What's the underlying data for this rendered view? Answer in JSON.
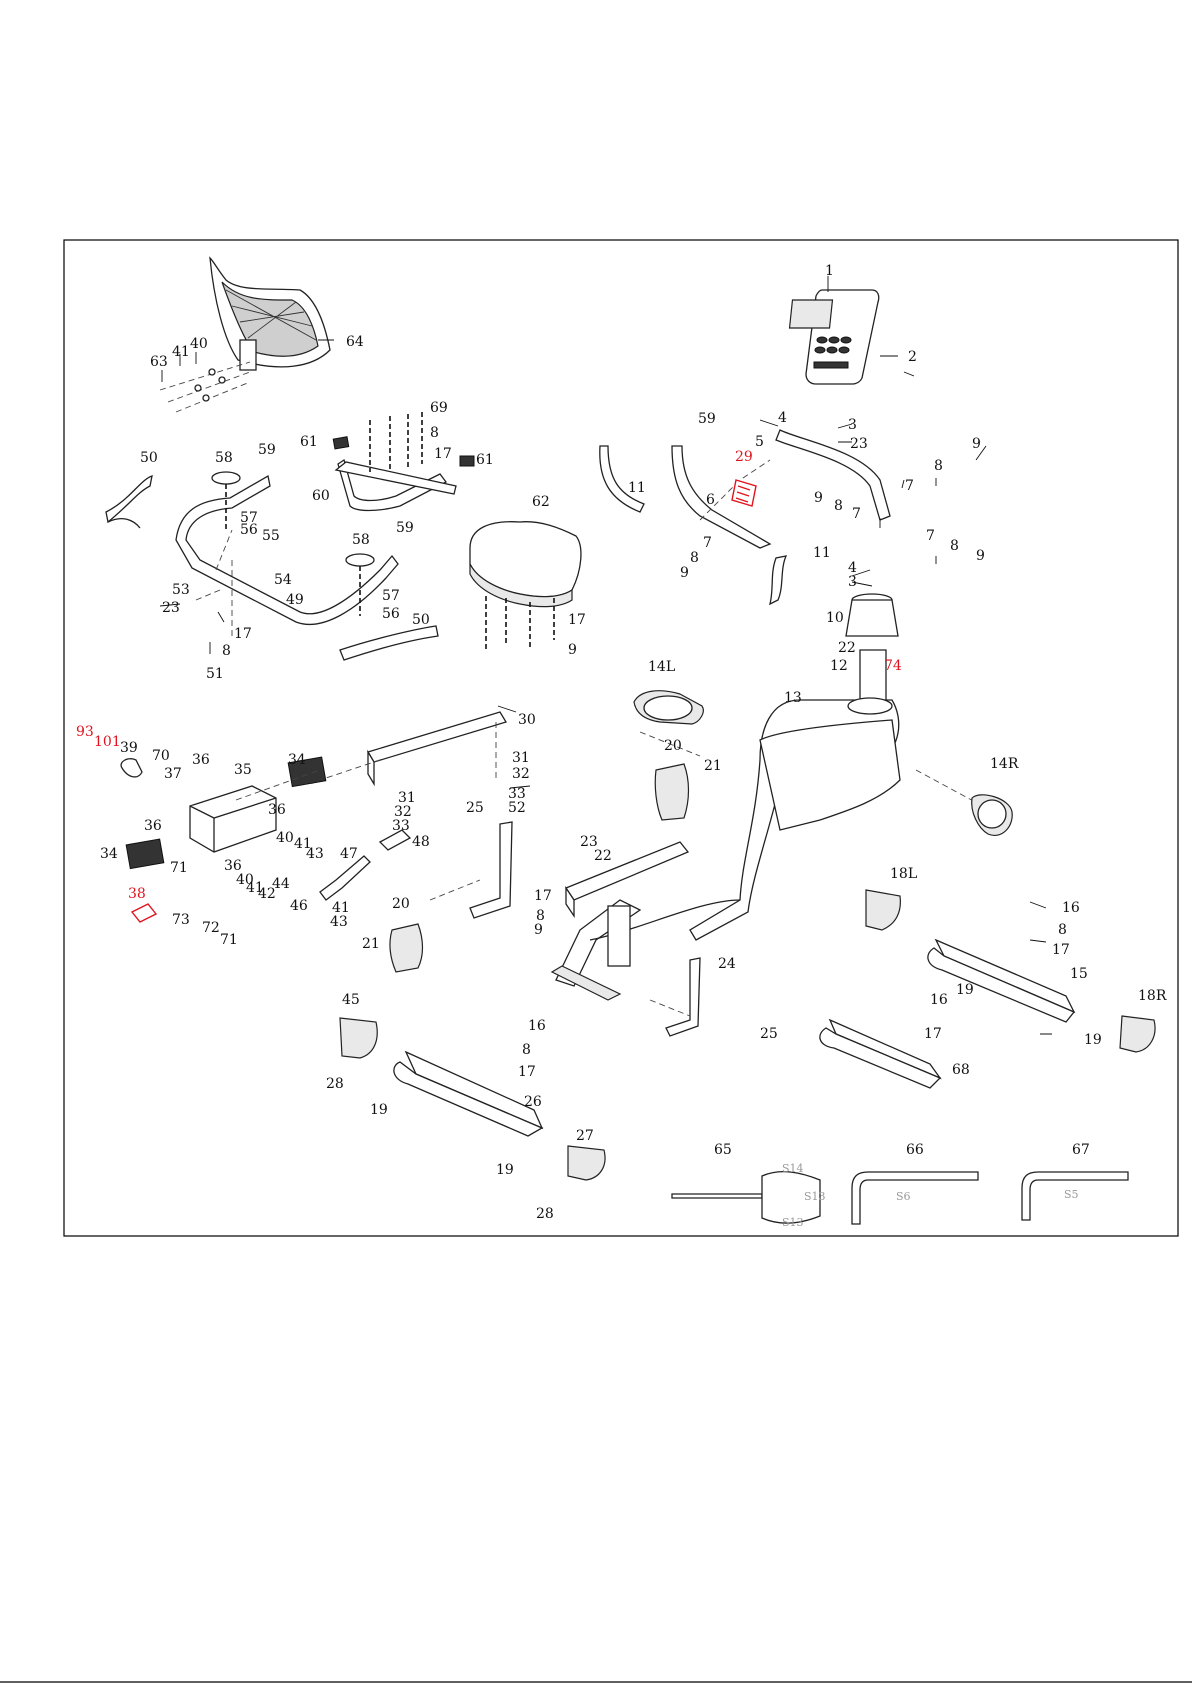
{
  "labels": {
    "l1": "1",
    "l2": "2",
    "l3a": "3",
    "l3b": "3",
    "l4a": "4",
    "l4b": "4",
    "l5": "5",
    "l6": "6",
    "l7a": "7",
    "l7b": "7",
    "l7c": "7",
    "l7d": "7",
    "l8a": "8",
    "l8b": "8",
    "l8c": "8",
    "l8d": "8",
    "l8e": "8",
    "l8f": "8",
    "l8g": "8",
    "l8h": "8",
    "l8i": "8",
    "l9a": "9",
    "l9b": "9",
    "l9c": "9",
    "l9d": "9",
    "l9e": "9",
    "l9f": "9",
    "l10": "10",
    "l11a": "11",
    "l11b": "11",
    "l12": "12",
    "l13": "13",
    "l14L": "14L",
    "l14R": "14R",
    "l15": "15",
    "l16a": "16",
    "l16b": "16",
    "l16c": "16",
    "l17a": "17",
    "l17b": "17",
    "l17c": "17",
    "l17d": "17",
    "l17e": "17",
    "l17f": "17",
    "l17g": "17",
    "l18L": "18L",
    "l18R": "18R",
    "l19a": "19",
    "l19b": "19",
    "l19c": "19",
    "l19d": "19",
    "l20a": "20",
    "l20b": "20",
    "l21a": "21",
    "l21b": "21",
    "l22a": "22",
    "l22b": "22",
    "l23a": "23",
    "l23b": "23",
    "l23c": "23",
    "l24": "24",
    "l25a": "25",
    "l25b": "25",
    "l26": "26",
    "l27": "27",
    "l28a": "28",
    "l28b": "28",
    "l29": "29",
    "l30": "30",
    "l31a": "31",
    "l31b": "31",
    "l32a": "32",
    "l32b": "32",
    "l33a": "33",
    "l33b": "33",
    "l34a": "34",
    "l34b": "34",
    "l35": "35",
    "l36a": "36",
    "l36b": "36",
    "l36c": "36",
    "l36d": "36",
    "l37": "37",
    "l38": "38",
    "l39": "39",
    "l40a": "40",
    "l40b": "40",
    "l40c": "40",
    "l41a": "41",
    "l41b": "41",
    "l41c": "41",
    "l41d": "41",
    "l42": "42",
    "l43a": "43",
    "l43b": "43",
    "l44": "44",
    "l45": "45",
    "l46": "46",
    "l47": "47",
    "l48": "48",
    "l49": "49",
    "l50a": "50",
    "l50b": "50",
    "l51": "51",
    "l52": "52",
    "l53": "53",
    "l54": "54",
    "l55": "55",
    "l56a": "56",
    "l56b": "56",
    "l57a": "57",
    "l57b": "57",
    "l58a": "58",
    "l58b": "58",
    "l59a": "59",
    "l59b": "59",
    "l59c": "59",
    "l60": "60",
    "l61a": "61",
    "l61b": "61",
    "l62": "62",
    "l63": "63",
    "l64": "64",
    "l65": "65",
    "l66": "66",
    "l67": "67",
    "l68": "68",
    "l69": "69",
    "l70": "70",
    "l71a": "71",
    "l71b": "71",
    "l72": "72",
    "l73": "73",
    "l74": "74",
    "l93": "93",
    "l101": "101"
  },
  "wrench_marks": {
    "s14": "S14",
    "s13a": "S13",
    "s13b": "S13",
    "s6": "S6",
    "s5": "S5"
  },
  "colors": {
    "highlight": "#e0141e",
    "line": "#222222"
  }
}
